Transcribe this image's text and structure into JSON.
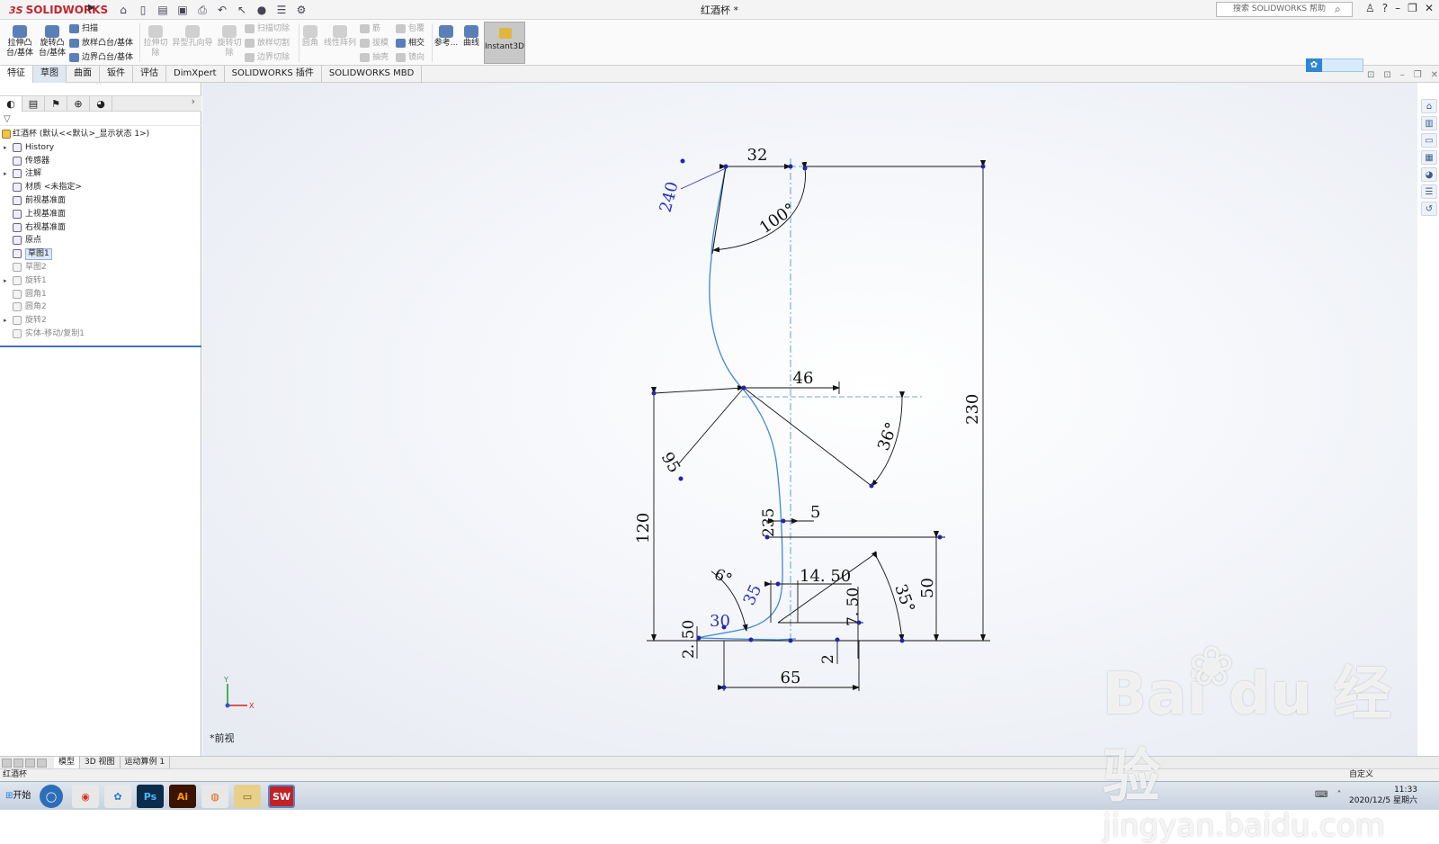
{
  "app": {
    "logo": "SOLIDWORKS",
    "document_title": "红酒杯 *",
    "search_placeholder": "搜索 SOLIDWORKS 帮助"
  },
  "ribbon": {
    "extrude_boss": "拉伸凸\n台/基体",
    "revolve_boss": "旋转凸\n台/基体",
    "sweep": "扫描",
    "loft_boss": "放样凸台/基体",
    "boundary_boss": "边界凸台/基体",
    "extrude_cut": "拉伸切\n除",
    "hole_wizard": "异型孔向导",
    "revolve_cut": "旋转切\n除",
    "swept_cut": "扫描切除",
    "lofted_cut": "放样切割",
    "boundary_cut": "边界切除",
    "fillet": "圆角",
    "linear_pattern": "线性阵列",
    "rib": "筋",
    "draft": "拔模",
    "shell": "抽壳",
    "wrap": "包覆",
    "intersect": "相交",
    "mirror": "镜向",
    "reference": "参考...",
    "curves": "曲线",
    "instant3d": "Instant3D"
  },
  "tabs": [
    "特征",
    "草图",
    "曲面",
    "钣件",
    "评估",
    "DimXpert",
    "SOLIDWORKS 插件",
    "SOLIDWORKS MBD"
  ],
  "tree": {
    "root": "红酒杯  (默认<<默认>_显示状态 1>)",
    "items": [
      {
        "label": "History",
        "twist": "▸",
        "dim": false
      },
      {
        "label": "传感器",
        "twist": "",
        "dim": false
      },
      {
        "label": "注解",
        "twist": "▸",
        "dim": false
      },
      {
        "label": "材质 <未指定>",
        "twist": "",
        "dim": false
      },
      {
        "label": "前视基准面",
        "twist": "",
        "dim": false
      },
      {
        "label": "上视基准面",
        "twist": "",
        "dim": false
      },
      {
        "label": "右视基准面",
        "twist": "",
        "dim": false
      },
      {
        "label": "原点",
        "twist": "",
        "dim": false
      },
      {
        "label": "草图1",
        "twist": "",
        "dim": false,
        "selected": true
      },
      {
        "label": "草图2",
        "twist": "",
        "dim": true
      },
      {
        "label": "旋转1",
        "twist": "▸",
        "dim": true
      },
      {
        "label": "圆角1",
        "twist": "",
        "dim": true
      },
      {
        "label": "圆角2",
        "twist": "",
        "dim": true
      },
      {
        "label": "旋转2",
        "twist": "▸",
        "dim": true
      },
      {
        "label": "实体-移动/复制1",
        "twist": "",
        "dim": true
      }
    ]
  },
  "sketch": {
    "dim_32": "32",
    "dim_240": "240",
    "dim_100": "100°",
    "dim_46": "46",
    "dim_230": "230",
    "dim_36": "36°",
    "dim_95": "95",
    "dim_120": "120",
    "dim_5": "5",
    "dim_235": "235",
    "dim_50": "50",
    "dim_6": "6°",
    "dim_35": "35",
    "dim_1450": "14. 50",
    "dim_35deg": "35°",
    "dim_750": "7. 50",
    "dim_30": "30",
    "dim_250": "2. 50",
    "dim_2": "2",
    "dim_65": "65",
    "triad_y": "Y",
    "triad_x": "X"
  },
  "view_label": "*前视",
  "bottom_tabs": [
    "模型",
    "3D 视图",
    "运动算例 1"
  ],
  "status": {
    "left": "红酒杯",
    "right": "自定义"
  },
  "taskbar": {
    "start": "开始",
    "apps": [
      "Ps",
      "Ai",
      "SW"
    ],
    "time": "11:33",
    "date": "2020/12/5 星期六"
  },
  "watermark": {
    "brand": "Bai  du 经验",
    "url": "jingyan.baidu.com"
  },
  "colors": {
    "sketch_curve": "#3f88d6",
    "dimension_line": "#111111",
    "driven_dim": "#2f2fbf",
    "accent": "#3d73c6"
  }
}
